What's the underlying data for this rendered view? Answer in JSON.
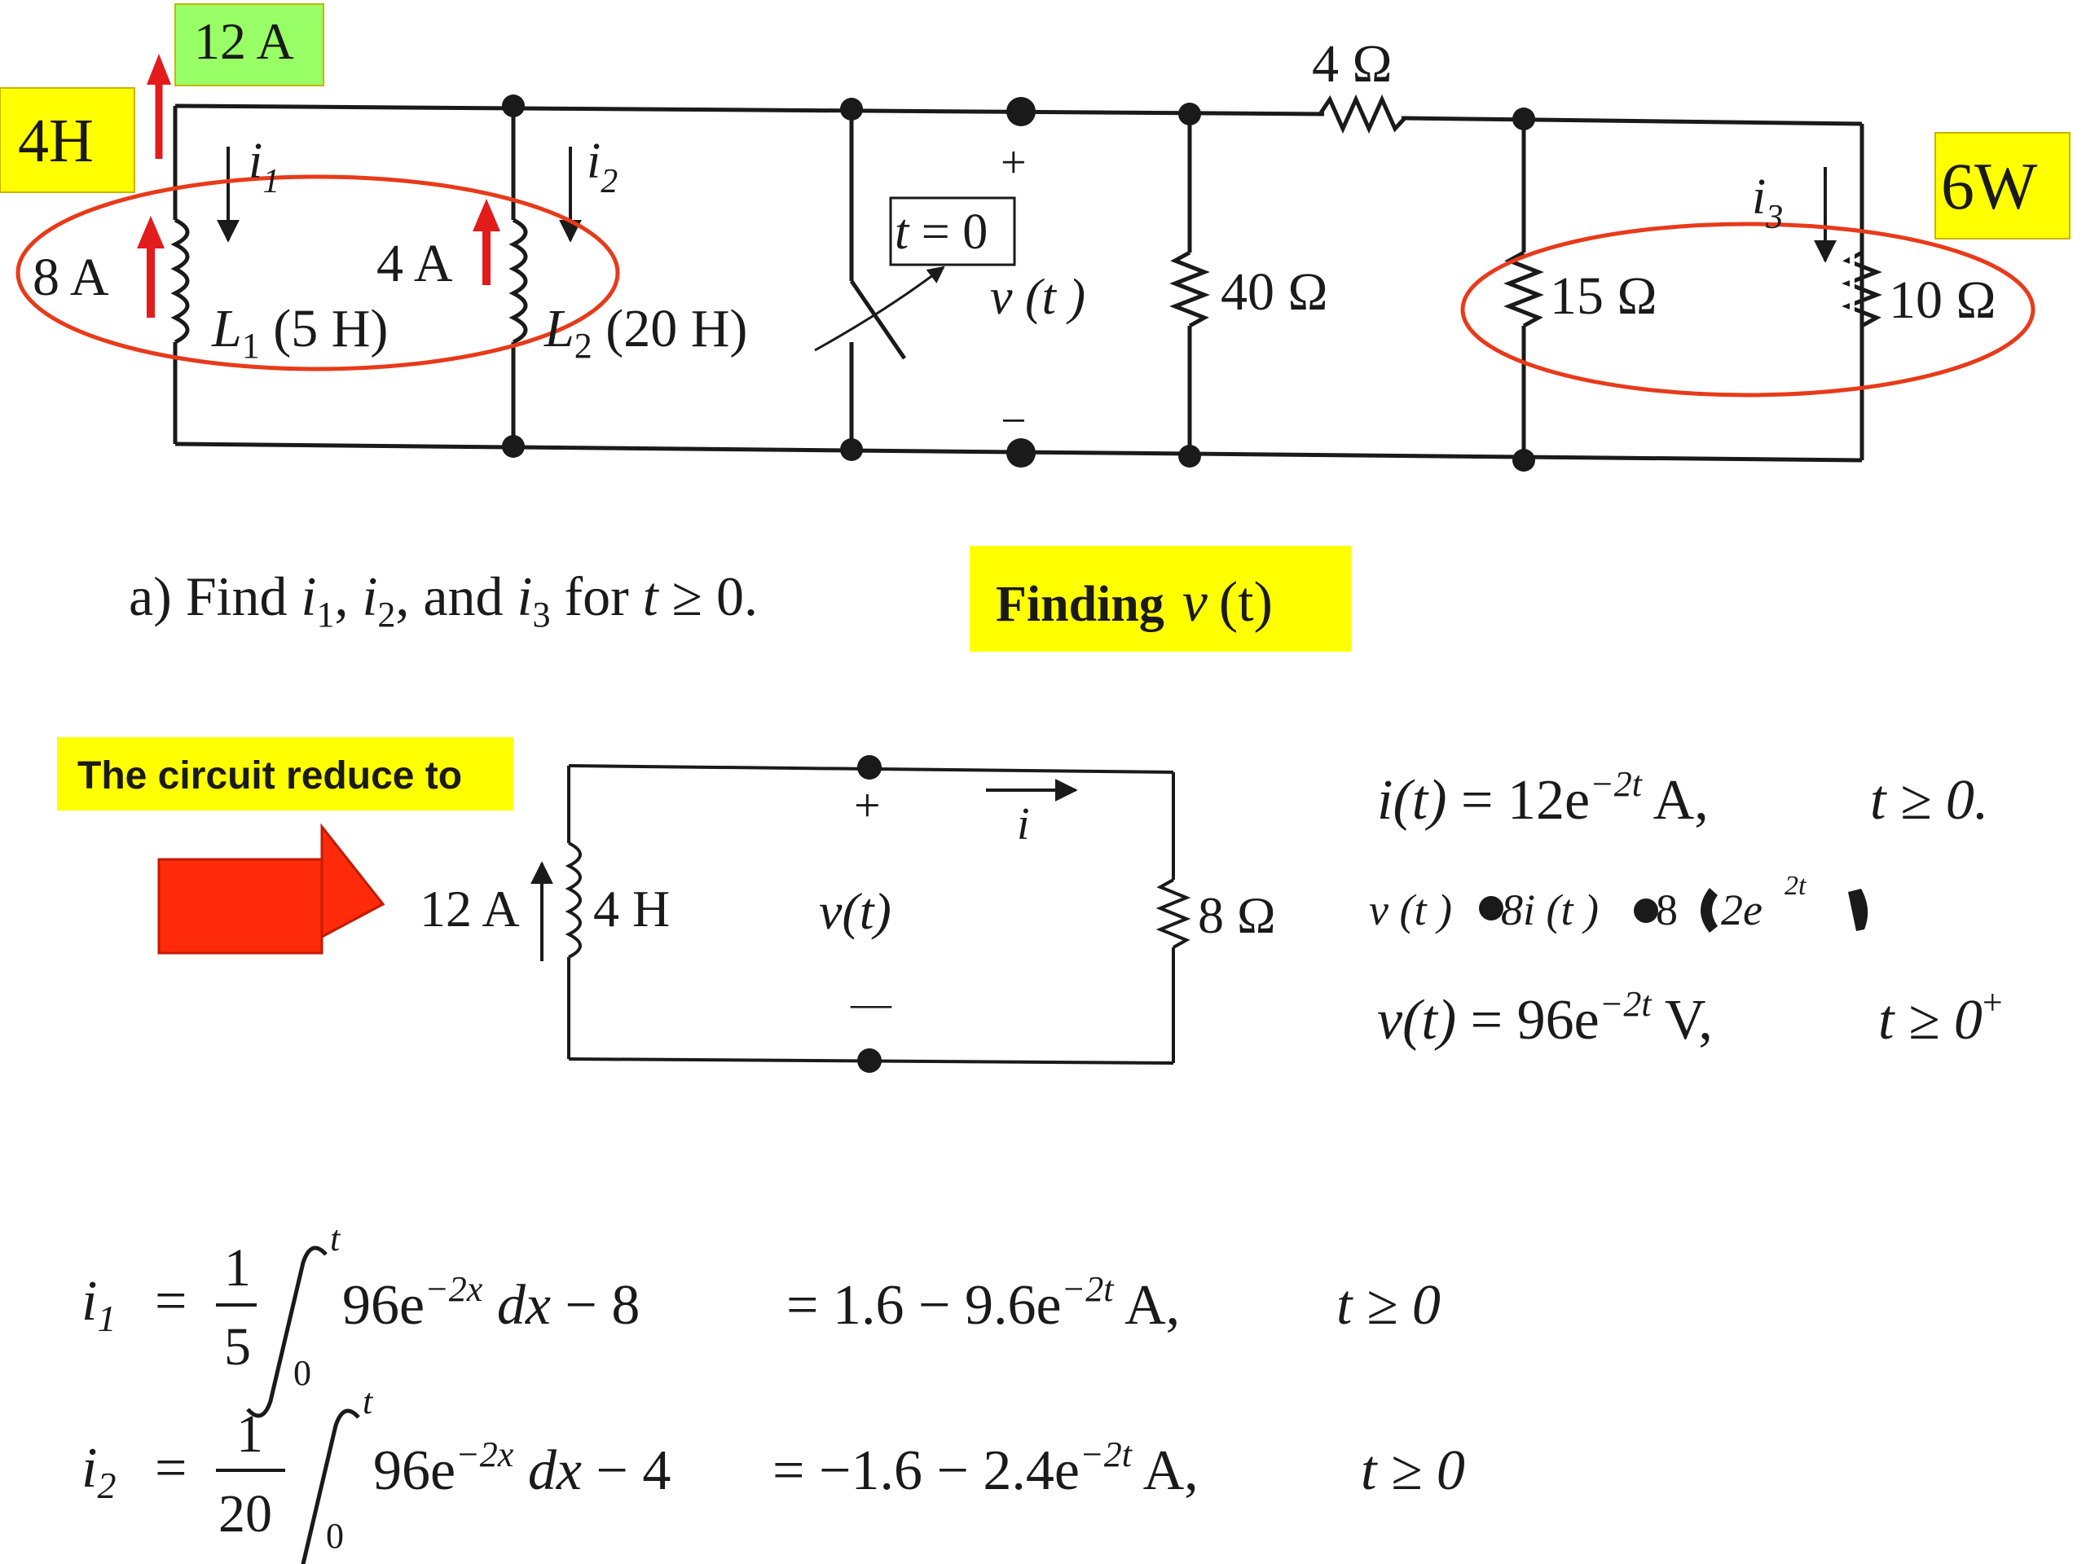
{
  "callouts": {
    "current_12a": "12 A",
    "inductance_4h": "4H",
    "power_6w": "6W",
    "finding": "Finding",
    "finding_var": "v",
    "finding_arg": "(t)",
    "reduce": "The circuit reduce to"
  },
  "circuit": {
    "init_current_1": "8 A",
    "init_current_2": "4 A",
    "i1": "i",
    "i1_sub": "1",
    "i2": "i",
    "i2_sub": "2",
    "i3": "i",
    "i3_sub": "3",
    "L1_name": "L",
    "L1_sub": "1",
    "L1_val": " (5 H)",
    "L2_name": "L",
    "L2_sub": "2",
    "L2_val": " (20 H)",
    "switch_t": "t",
    "switch_eq": " = 0",
    "plus": "+",
    "minus": "−",
    "v_label": "v (t )",
    "r_top": "4 Ω",
    "r_40": "40 Ω",
    "r_15": "15 Ω",
    "r_10": "10 Ω"
  },
  "question": {
    "prefix": "a) Find ",
    "i": "i",
    "s1": "1",
    "comma1": ", ",
    "s2": "2",
    "and": ", and ",
    "s3": "3",
    "for": " for ",
    "t": "t",
    "rest": " ≥ 0."
  },
  "reduced": {
    "current": "12 A",
    "inductor": "4 H",
    "plus": "+",
    "minus": "—",
    "v_label": "v(t)",
    "i_label": "i",
    "resistor": "8 Ω"
  },
  "equations": {
    "it_lhs": "i(t)",
    "it_eq": " = 12e",
    "it_exp": "−2t",
    "it_unit": " A,",
    "it_cond": "t ≥ 0.",
    "vt_garbled_1": "v (t )",
    "vt_garbled_2": "8i (t )",
    "vt_garbled_3": "8",
    "vt_garbled_4": "2e",
    "vt_garbled_5": "2t",
    "vt_lhs": "v(t)",
    "vt_eq": " = 96e",
    "vt_exp": "−2t",
    "vt_unit": " V,",
    "vt_cond": "t ≥ 0",
    "vt_sup": "+"
  },
  "integrals": {
    "i1_lhs": "i",
    "i1_sub": "1",
    "i1_num": "1",
    "i1_den": "5",
    "upper": "t",
    "lower": "0",
    "integrand": "96e",
    "integrand_exp": "−2x",
    "dx": " dx",
    "i1_minus": " − 8",
    "i1_result": "= 1.6 − 9.6e",
    "i1_result_exp": "−2t",
    "i1_unit": " A,",
    "i1_cond": "t ≥ 0",
    "i2_lhs": "i",
    "i2_sub": "2",
    "i2_num": "1",
    "i2_den": "20",
    "i2_minus": " − 4",
    "i2_result": "= −1.6 − 2.4e",
    "i2_result_exp": "−2t",
    "i2_unit": " A,",
    "i2_cond": "t ≥ 0"
  },
  "colors": {
    "highlight_yellow": "#ffff00",
    "highlight_green": "#99ff66",
    "accent_red": "#e83a1a",
    "ink": "#1a1a1a"
  }
}
